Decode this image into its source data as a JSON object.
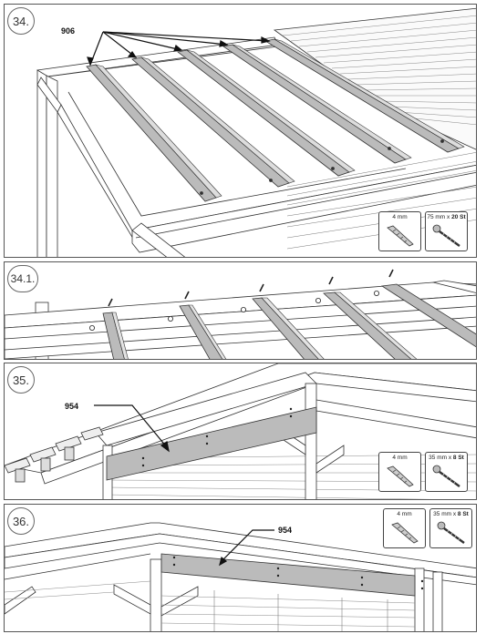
{
  "steps": [
    {
      "number": "34.",
      "callout": "906",
      "hardware": [
        {
          "size": "4 mm",
          "icon": "wall-plug-icon"
        },
        {
          "size": "75 mm x ",
          "qty": "20 St",
          "icon": "screw-icon"
        }
      ]
    },
    {
      "number": "34.1."
    },
    {
      "number": "35.",
      "callout": "954",
      "hardware": [
        {
          "size": "4 mm",
          "icon": "wall-plug-icon"
        },
        {
          "size": "35 mm x ",
          "qty": "8 St",
          "icon": "screw-icon"
        }
      ]
    },
    {
      "number": "36.",
      "callout": "954",
      "hardware": [
        {
          "size": "4 mm",
          "icon": "wall-plug-icon"
        },
        {
          "size": "35 mm x ",
          "qty": "8 St",
          "icon": "screw-icon"
        }
      ]
    }
  ]
}
